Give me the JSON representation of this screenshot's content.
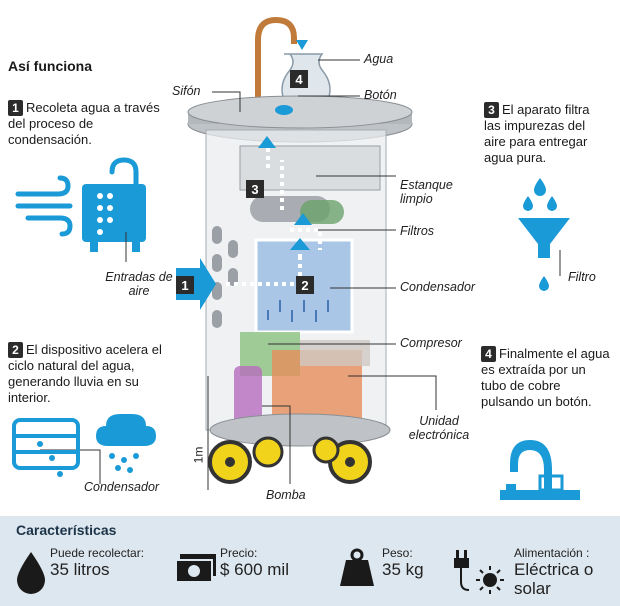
{
  "header": {
    "title": "Así funciona"
  },
  "steps": [
    {
      "num": "1",
      "text": "Recoleta agua a través del proceso de condensación."
    },
    {
      "num": "2",
      "text": "El dispositivo acelera el ciclo natural del agua, generando lluvia en su interior."
    },
    {
      "num": "3",
      "text": "El aparato filtra las impurezas del aire para entregar agua pura."
    },
    {
      "num": "4",
      "text": "Finalmente el agua es extraída por un tubo de cobre pulsando un botón."
    }
  ],
  "labels": {
    "agua": "Agua",
    "sifon": "Sifón",
    "boton": "Botón",
    "estanque": "Estanque limpio",
    "filtros": "Filtros",
    "condensador_right": "Condensador",
    "entradas": "Entradas de aire",
    "compresor": "Compresor",
    "unidad": "Unidad electrónica",
    "bomba": "Bomba",
    "condensador_left": "Condensador",
    "filtro": "Filtro",
    "scale": "1m"
  },
  "diagram_markers": [
    "1",
    "2",
    "3",
    "4"
  ],
  "features": {
    "title": "Características",
    "items": [
      {
        "icon": "water-drop-icon",
        "label": "Puede recolectar:",
        "value": "35 litros"
      },
      {
        "icon": "money-icon",
        "label": "Precio:",
        "value": "$ 600 mil"
      },
      {
        "icon": "weight-icon",
        "label": "Peso:",
        "value": "35 kg"
      },
      {
        "icon": "plug-sun-icon",
        "label": "Alimentación :",
        "value": "Eléctrica o solar"
      }
    ]
  },
  "colors": {
    "blue": "#1a9ad6",
    "dark": "#2b2b2b",
    "feature_bg": "#dde7ef",
    "copper": "#c07a3a",
    "yellow": "#f2d31b"
  }
}
